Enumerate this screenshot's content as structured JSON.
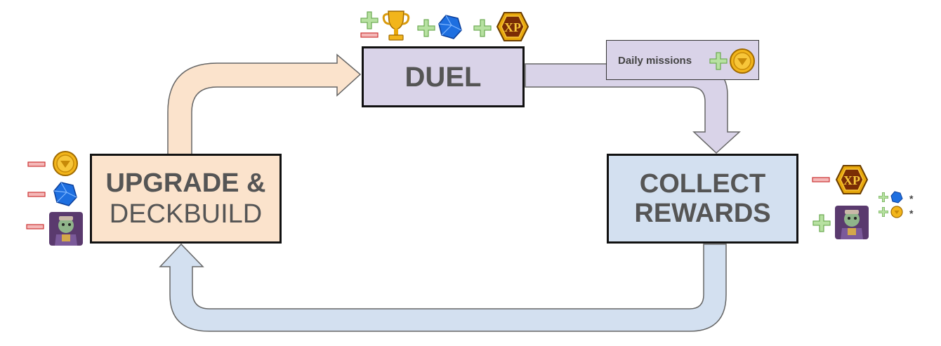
{
  "nodes": {
    "duel": {
      "label": "DUEL"
    },
    "upgrade": {
      "line1": "UPGRADE &",
      "line2": "DECKBUILD"
    },
    "collect": {
      "line1": "COLLECT",
      "line2": "REWARDS"
    }
  },
  "daily_missions": {
    "label": "Daily missions"
  },
  "footnote_marks": {
    "mark1": "*",
    "mark2": "*"
  },
  "colors": {
    "duel_fill": "#d9d3e8",
    "upgrade_fill": "#fbe3cc",
    "collect_fill": "#d3e0f0",
    "plus": "#93c47d",
    "minus": "#e06666",
    "gold": "#e8a80c",
    "gem": "#1e6fe0"
  },
  "icons": [
    "trophy-icon",
    "gem-icon",
    "xp-badge-icon",
    "gold-coin-icon",
    "hero-card-icon",
    "plus-icon",
    "minus-icon"
  ]
}
